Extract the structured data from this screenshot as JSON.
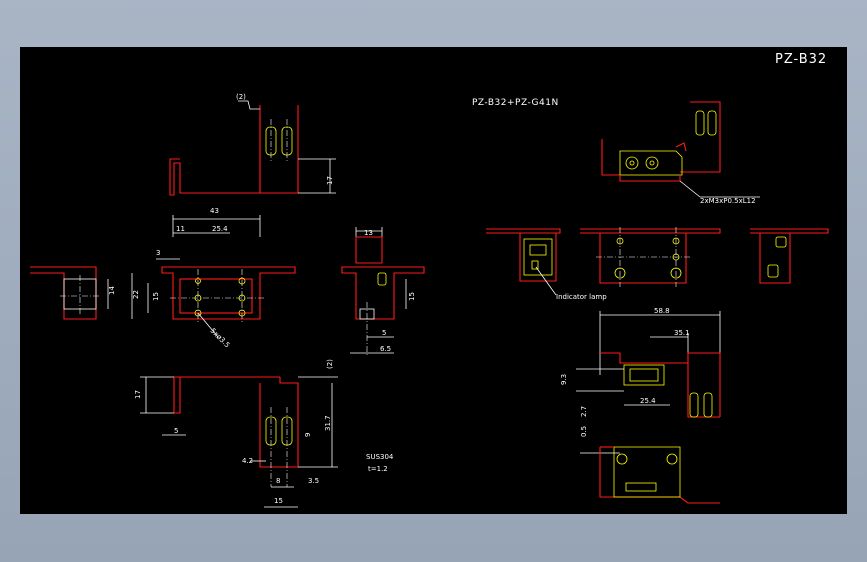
{
  "drawing": {
    "title": "PZ-B32",
    "subtitle": "PZ-B32+PZ-G41N",
    "screw_note": "2xM3xP0.5xL12",
    "indicator_note": "Indicator lamp",
    "material": "SUS304",
    "thickness": "t=1.2",
    "hole_note": "5xø3.5"
  },
  "dims": {
    "d2_top": "(2)",
    "d17_top": "17",
    "d43": "43",
    "d11": "11",
    "d25_4": "25.4",
    "d3": "3",
    "d22": "22",
    "d15_front": "15",
    "d14": "14",
    "d13": "13",
    "d15_side": "15",
    "d5_side": "5",
    "d6_5": "6.5",
    "d2_bot": "(2)",
    "d17_bot": "17",
    "d31_7": "31.7",
    "d5_bot": "5",
    "d9": "9",
    "d4_2": "4.2",
    "d8": "8",
    "d3_5": "3.5",
    "d15_bot": "15",
    "d58_8": "58.8",
    "d35_1": "35.1",
    "d9_3": "9.3",
    "d25_4_r": "25.4",
    "d2_7": "2.7",
    "d0_5": "0.5"
  }
}
